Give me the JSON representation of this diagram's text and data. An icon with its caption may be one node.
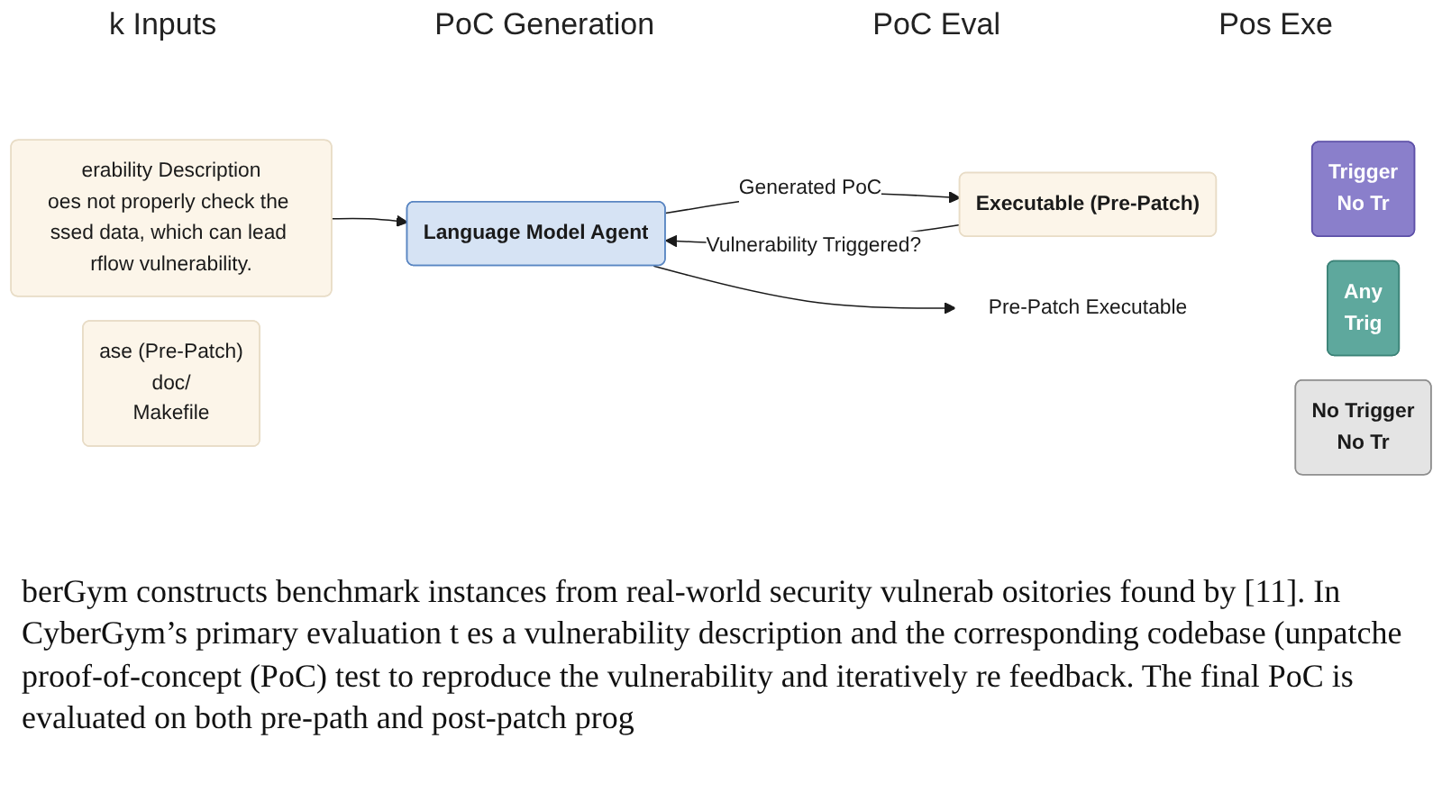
{
  "diagram": {
    "caption": "berGym constructs benchmark instances from real-world security vulnerab ositories found by [11]. In CyberGym’s primary evaluation t es a vulnerability description and the corresponding codebase (unpatche proof-of-concept (PoC) test to reproduce the vulnerability and iteratively re feedback. The final PoC is evaluated on both pre-path and post-patch prog",
    "nodes": [
      {
        "text": [
          "erability Description",
          "oes not properly check the ssed data, which can lead rflow vulnerability."
        ]
      },
      {
        "text": [
          "ase (Pre-Patch)",
          "doc/",
          "Makefile"
        ]
      },
      {
        "text": [
          "Language Model Agent"
        ]
      },
      {
        "text": [
          "Executable (Pre-Patch)"
        ]
      },
      {
        "text": [
          "Pre-Patch Executable"
        ]
      },
      {
        "text": [
          "Trigger",
          "No Tr"
        ]
      },
      {
        "text": [
          "Any",
          "Trig"
        ]
      },
      {
        "text": [
          "No Trigger",
          "No Tr"
        ]
      }
    ],
    "edges": [
      {
        "from": 0,
        "to": 2,
        "arrow": "to"
      },
      {
        "from": 2,
        "to": 3,
        "arrow": "to",
        "label": "Generated PoC"
      },
      {
        "from": 3,
        "to": 2,
        "arrow": "to",
        "label": "Vulnerability Triggered?"
      },
      {
        "from": 2,
        "to": 4,
        "arrow": "to"
      }
    ],
    "labels": [
      "k Inputs",
      "PoC Generation",
      "PoC Eval",
      "Pos Exe"
    ]
  }
}
